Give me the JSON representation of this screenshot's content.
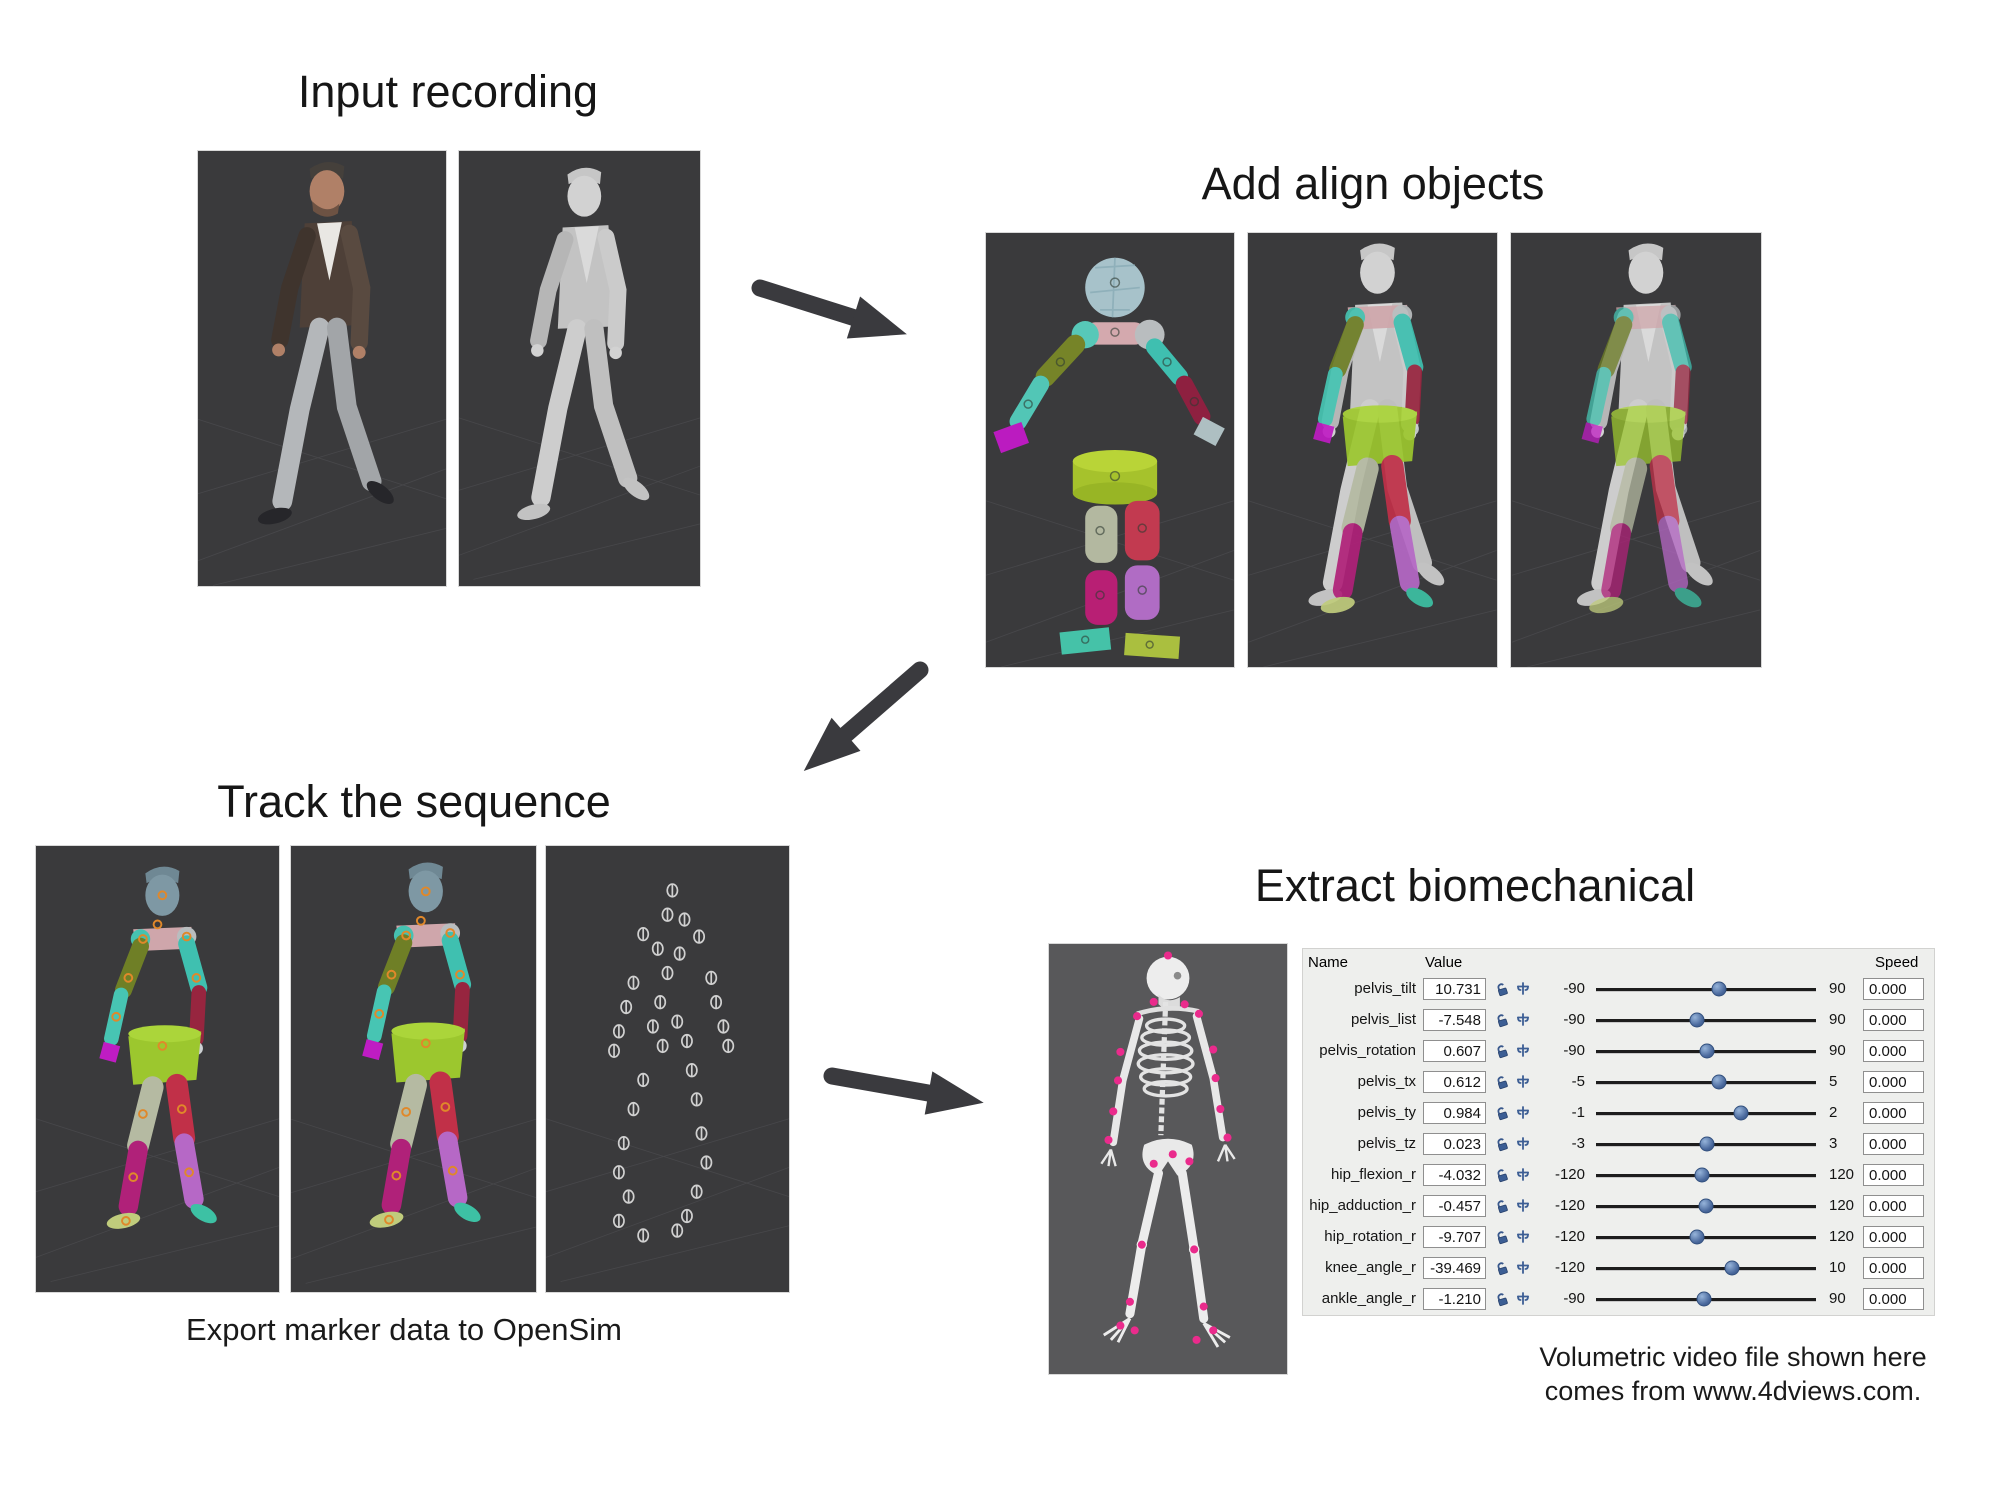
{
  "titles": {
    "input": "Input recording",
    "align": "Add align objects",
    "track": "Track the sequence",
    "extract": "Extract biomechanical"
  },
  "captions": {
    "export": "Export marker data to OpenSim",
    "credit1": "Volumetric video file shown here",
    "credit2": "comes from www.4dviews.com."
  },
  "extract": {
    "table": {
      "headers": {
        "name": "Name",
        "value": "Value",
        "speed": "Speed"
      },
      "icons": [
        "lock-open-icon",
        "pose-pin-icon"
      ],
      "rows": [
        {
          "name": "pelvis_tilt",
          "value": "10.731",
          "min": "-90",
          "max": "90",
          "speed": "0.000"
        },
        {
          "name": "pelvis_list",
          "value": "-7.548",
          "min": "-90",
          "max": "90",
          "speed": "0.000"
        },
        {
          "name": "pelvis_rotation",
          "value": "0.607",
          "min": "-90",
          "max": "90",
          "speed": "0.000"
        },
        {
          "name": "pelvis_tx",
          "value": "0.612",
          "min": "-5",
          "max": "5",
          "speed": "0.000"
        },
        {
          "name": "pelvis_ty",
          "value": "0.984",
          "min": "-1",
          "max": "2",
          "speed": "0.000"
        },
        {
          "name": "pelvis_tz",
          "value": "0.023",
          "min": "-3",
          "max": "3",
          "speed": "0.000"
        },
        {
          "name": "hip_flexion_r",
          "value": "-4.032",
          "min": "-120",
          "max": "120",
          "speed": "0.000"
        },
        {
          "name": "hip_adduction_r",
          "value": "-0.457",
          "min": "-120",
          "max": "120",
          "speed": "0.000"
        },
        {
          "name": "hip_rotation_r",
          "value": "-9.707",
          "min": "-120",
          "max": "120",
          "speed": "0.000"
        },
        {
          "name": "knee_angle_r",
          "value": "-39.469",
          "min": "-120",
          "max": "10",
          "speed": "0.000"
        },
        {
          "name": "ankle_angle_r",
          "value": "-1.210",
          "min": "-90",
          "max": "90",
          "speed": "0.000"
        }
      ]
    }
  },
  "colors": {
    "viewport_bg": "#3a3a3c",
    "skeleton_bg": "#58585a",
    "panel_bg": "#eeefed",
    "slider_thumb": "#48679b",
    "arrow": "#3a3a3e",
    "marker_pink": "#ea2b8c",
    "marker_orange": "#e0882a"
  }
}
